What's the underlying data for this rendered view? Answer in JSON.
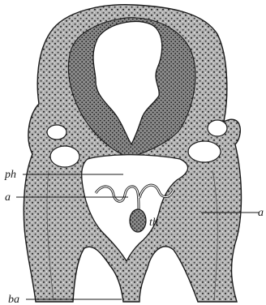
{
  "figure": {
    "labels": {
      "ph": "ph",
      "a_left": "a",
      "th": "th",
      "a_right": "a",
      "ba": "ba"
    },
    "colors": {
      "ink": "#1a1a1a",
      "tissue": "#a9a9a9",
      "background": "#ffffff"
    }
  }
}
